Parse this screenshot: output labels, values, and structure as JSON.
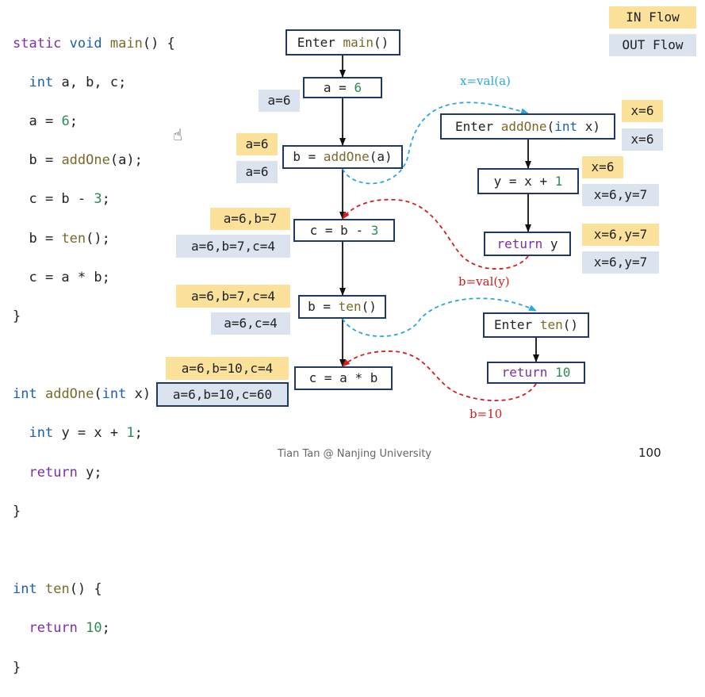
{
  "code": {
    "main_sig": {
      "kw": "static",
      "ty": "void",
      "name": "main",
      "rest": "() {"
    },
    "main_decl": {
      "ty": "int",
      "rest": "a, b, c;"
    },
    "stmt_a": {
      "lhs": "a = ",
      "num": "6",
      "end": ";"
    },
    "stmt_b": {
      "lhs": "b = ",
      "fn": "addOne",
      "rest": "(a);"
    },
    "stmt_c": {
      "lhs": "c = b - ",
      "num": "3",
      "end": ";"
    },
    "stmt_b2": {
      "lhs": "b = ",
      "fn": "ten",
      "rest": "();"
    },
    "stmt_c2": {
      "text": "c = a * b;"
    },
    "close1": "}",
    "addone_sig": {
      "ty": "int",
      "name": "addOne",
      "open": "(",
      "ty2": "int",
      "rest": "x) {"
    },
    "addone_body": {
      "ty": "int",
      "mid": "y = x + ",
      "num": "1",
      "end": ";"
    },
    "addone_ret": {
      "kw": "return",
      "rest": "y;"
    },
    "close2": "}",
    "ten_sig": {
      "ty": "int",
      "name": "ten",
      "rest": "() {"
    },
    "ten_ret": {
      "kw": "return",
      "num": "10",
      "end": ";"
    },
    "close3": "}"
  },
  "legend": {
    "in": "IN Flow",
    "out": "OUT Flow"
  },
  "nodes": {
    "enter_main": {
      "pre": "Enter ",
      "fn": "main",
      "post": "()"
    },
    "a6": {
      "pre": "a = ",
      "num": "6"
    },
    "b_addone": {
      "pre": "b = ",
      "fn": "addOne",
      "post": "(a)"
    },
    "c_b3": {
      "pre": "c = b - ",
      "num": "3"
    },
    "b_ten": {
      "pre": "b = ",
      "fn": "ten",
      "post": "()"
    },
    "c_ab": {
      "text": "c = a * b"
    },
    "enter_addone": {
      "pre": "Enter ",
      "fn": "addOne",
      "open": "(",
      "ty": "int",
      "post": " x)"
    },
    "y_x1": {
      "pre": "y = x + ",
      "num": "1"
    },
    "return_y": {
      "kw": "return",
      "post": " y"
    },
    "enter_ten": {
      "pre": "Enter ",
      "fn": "ten",
      "post": "()"
    },
    "return_10": {
      "kw": "return",
      "num": "10"
    }
  },
  "facts": {
    "out_a6": "a=6",
    "in_baddone": "a=6",
    "out_baddone": "a=6",
    "in_cb3": "a=6,b=7",
    "out_cb3": "a=6,b=7,c=4",
    "in_bten": "a=6,b=7,c=4",
    "out_bten": "a=6,c=4",
    "in_cab": "a=6,b=10,c=4",
    "out_cab": "a=6,b=10,c=60",
    "in_enteraddone": "x=6",
    "out_enteraddone": "x=6",
    "in_yx1": "x=6",
    "out_yx1": "x=6,y=7",
    "in_returny": "x=6,y=7",
    "out_returny": "x=6,y=7"
  },
  "edge_labels": {
    "call_addone": "x=val(a)",
    "return_addone": "b=val(y)",
    "return_ten": "b=10"
  },
  "colors": {
    "call_edge": "#29a8e0",
    "return_edge": "#d0201e",
    "node_border": "#1f3864",
    "in_flow": "#fce19b",
    "out_flow": "#dbe3ef"
  },
  "footer": {
    "credit": "Tian Tan @ Nanjing University",
    "page": "100"
  }
}
